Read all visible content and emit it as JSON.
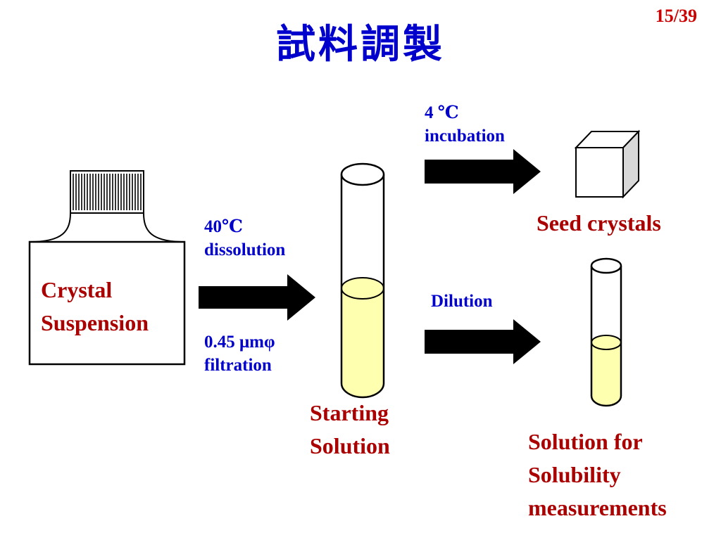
{
  "title": "試料調製",
  "page_number": "15/39",
  "bottle": {
    "label_line1": "Crystal",
    "label_line2": "Suspension"
  },
  "step_dissolution": {
    "line1": "40℃",
    "line2": "dissolution"
  },
  "step_filtration": {
    "line1": "0.45 μmφ",
    "line2": "filtration"
  },
  "starting_solution": {
    "line1": "Starting",
    "line2": "Solution"
  },
  "step_incubation": {
    "line1": "4 ℃",
    "line2": "incubation"
  },
  "seed_crystals": "Seed crystals",
  "step_dilution": "Dilution",
  "solubility_solution": {
    "line1": "Solution for",
    "line2": "Solubility",
    "line3": "measurements"
  },
  "colors": {
    "blue_text": "#0000cc",
    "red_text": "#aa0000",
    "solution_fill": "#ffffb0"
  }
}
